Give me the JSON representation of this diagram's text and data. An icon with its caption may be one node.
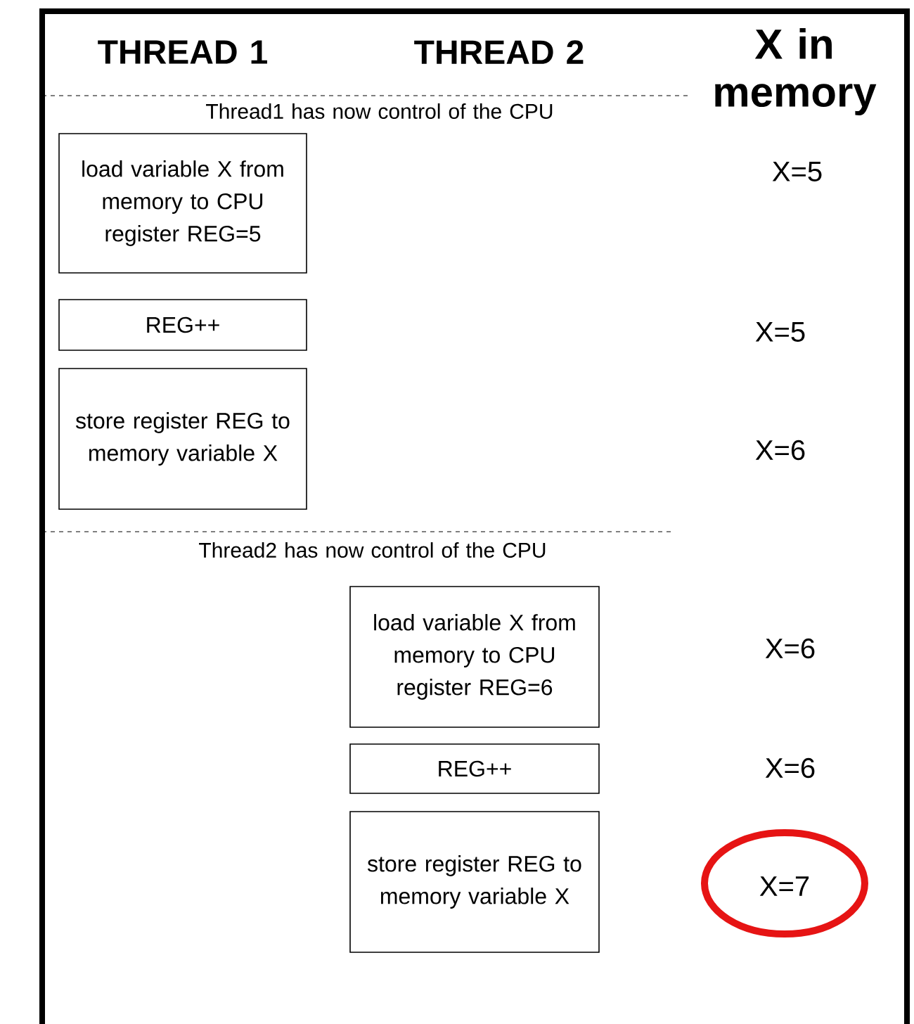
{
  "diagram": {
    "nodes": [
      {
        "text": [
          "load variable X from memory to CPU register REG=5"
        ]
      },
      {
        "text": [
          "REG++"
        ]
      },
      {
        "text": [
          "store register REG to memory variable X"
        ]
      },
      {
        "text": [
          "load variable X from memory to CPU register REG=6"
        ]
      },
      {
        "text": [
          "REG++"
        ]
      },
      {
        "text": [
          "store register REG to memory variable X"
        ]
      }
    ],
    "labels": [
      "THREAD 1",
      "THREAD 2",
      "X in memory",
      "Thread1 has now control of the CPU",
      "X=5",
      "X=5",
      "X=6",
      "Thread2 has now control of the CPU",
      "X=6",
      "X=6",
      "X=7"
    ]
  }
}
